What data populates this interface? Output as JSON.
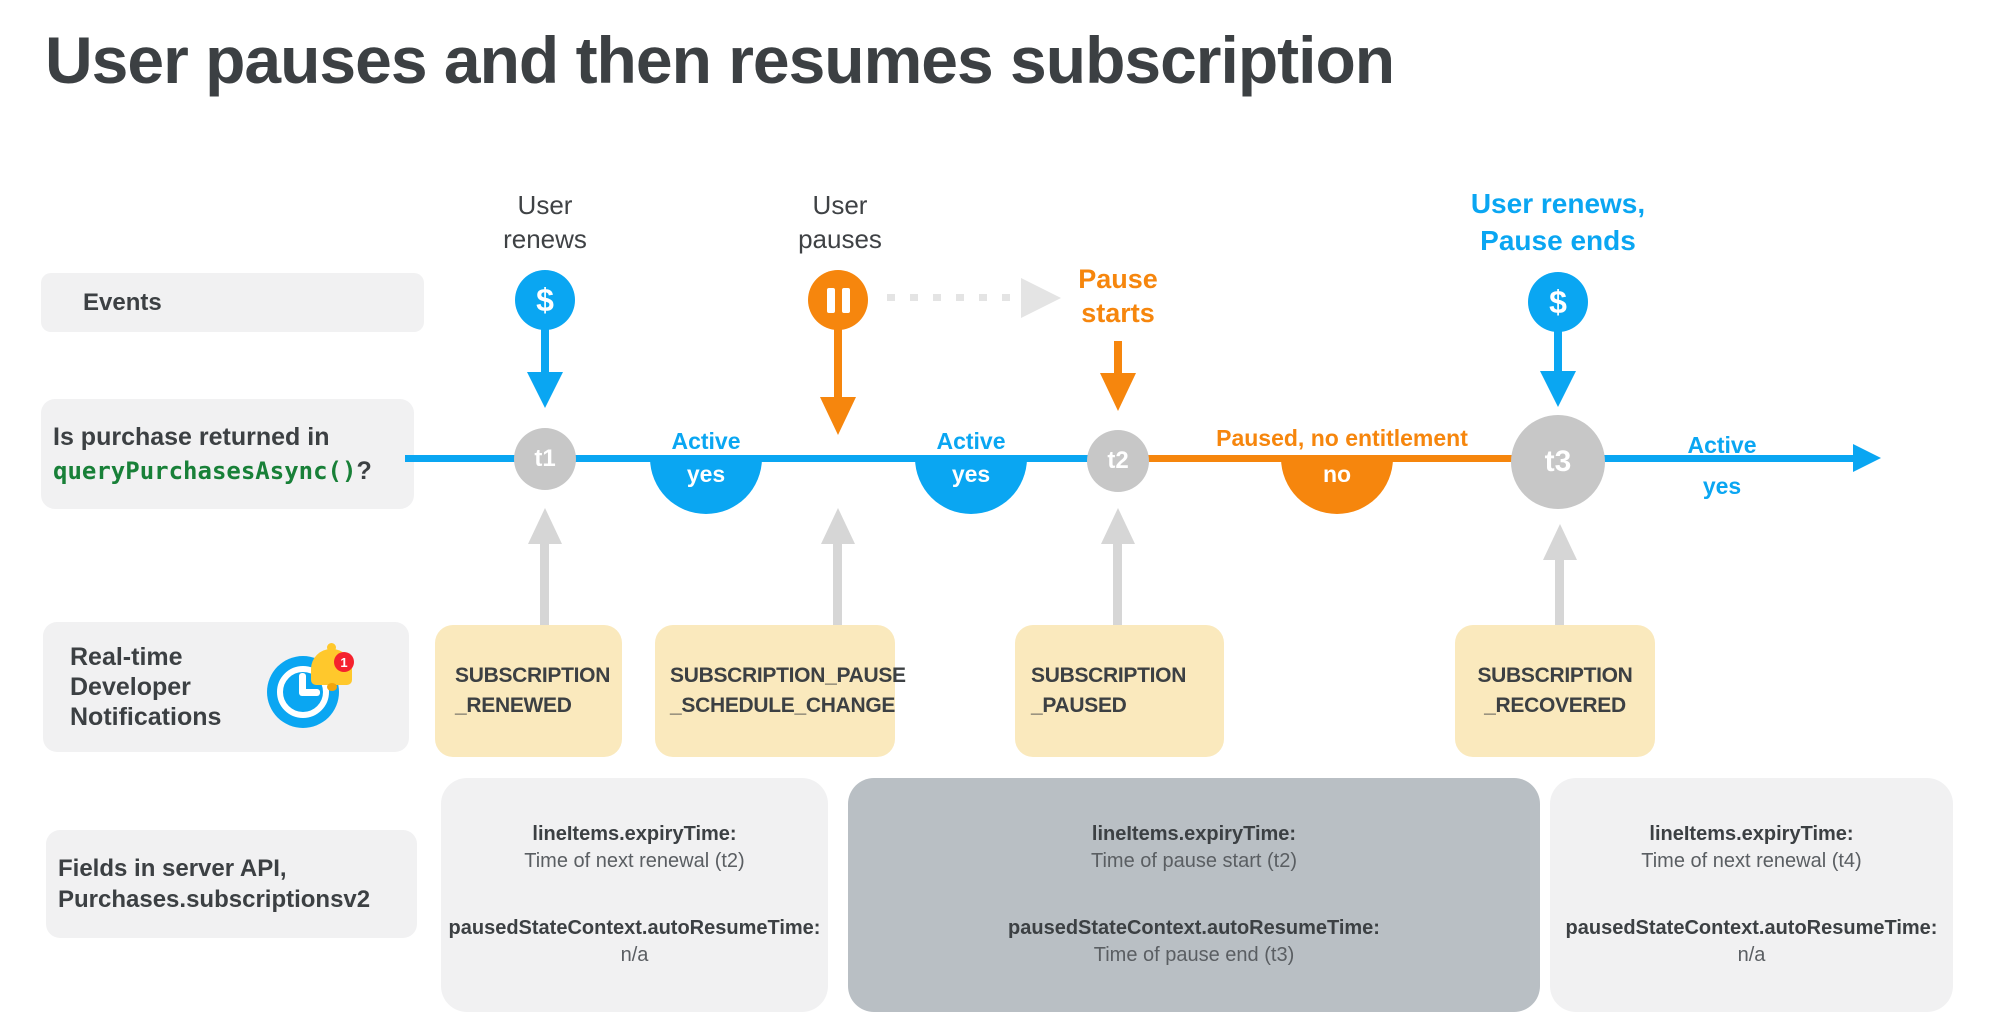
{
  "title": "User pauses and then resumes subscription",
  "rows": {
    "events_label": "Events",
    "purchase_q": {
      "prefix": "Is purchase returned in",
      "code": "queryPurchasesAsync()",
      "suffix": "?"
    },
    "rtdn_label": "Real-time\nDeveloper\nNotifications",
    "rtdn_badge": "1",
    "fields_label": "Fields in server API,\nPurchases.subscriptionsv2"
  },
  "events": {
    "dollar": "$",
    "renew1_label": "User\nrenews",
    "pause_label": "User\npauses",
    "pause_starts_label": "Pause\nstarts",
    "renew2_label": "User renews,\nPause ends"
  },
  "timeline": {
    "t1": "t1",
    "t2": "t2",
    "t3": "t3",
    "seg1_status": {
      "title": "Active",
      "value": "yes"
    },
    "seg2_status": {
      "title": "Active",
      "value": "yes"
    },
    "seg3_status": {
      "title": "Paused, no entitlement",
      "value": "no"
    },
    "seg4_status": {
      "title": "Active",
      "value": "yes"
    }
  },
  "notifications": [
    "SUBSCRIPTION\n_RENEWED",
    "SUBSCRIPTION_PAUSE\n_SCHEDULE_CHANGE",
    "SUBSCRIPTION\n_PAUSED",
    "SUBSCRIPTION\n_RECOVERED"
  ],
  "api_boxes": [
    {
      "field1": "lineItems.expiryTime:",
      "value1": "Time of next renewal (t2)",
      "field2": "pausedStateContext.autoResumeTime:",
      "value2": "n/a"
    },
    {
      "field1": "lineItems.expiryTime:",
      "value1": "Time of pause start (t2)",
      "field2": "pausedStateContext.autoResumeTime:",
      "value2": "Time of pause end (t3)"
    },
    {
      "field1": "lineItems.expiryTime:",
      "value1": "Time of next renewal (t4)",
      "field2": "pausedStateContext.autoResumeTime:",
      "value2": "n/a"
    }
  ],
  "colors": {
    "blue": "#0aa6f2",
    "orange": "#f6860d",
    "yellow": "#fae9bd",
    "light_gray": "#f1f1f2",
    "mid_gray": "#b9bfc4",
    "circle_gray": "#c7c7c7",
    "arrow_gray": "#d6d6d6",
    "dotted_gray": "#e4e4e4",
    "green": "#188038",
    "text_dark": "#3c4043",
    "text_soft": "#5a5e62",
    "red_badge": "#f5222d",
    "bell_yellow": "#ffc82c"
  }
}
